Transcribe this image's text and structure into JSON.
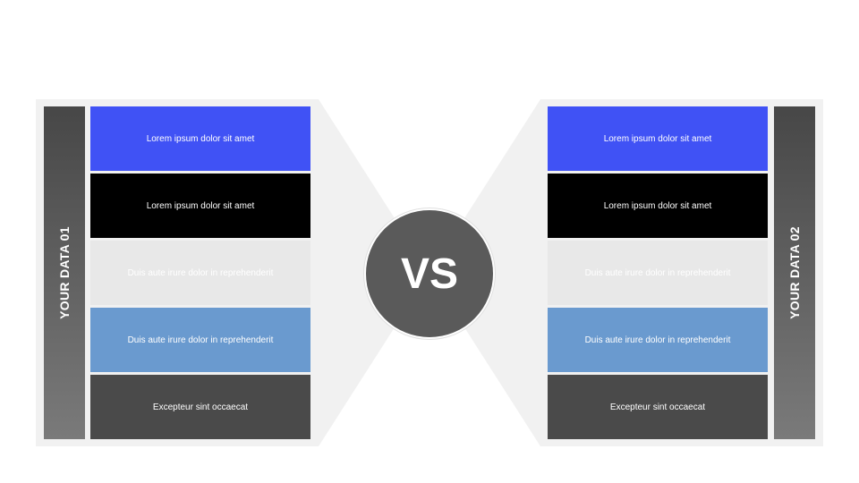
{
  "left": {
    "label": "YOUR DATA 01",
    "rows": [
      {
        "text": "Lorem ipsum dolor sit amet",
        "bg": "#4052f5",
        "fg": "#ffffff"
      },
      {
        "text": "Lorem ipsum dolor sit amet",
        "bg": "#000000",
        "fg": "#ffffff"
      },
      {
        "text": "Duis aute irure dolor in reprehenderit",
        "bg": "#e8e8e8",
        "fg": "#ffffff"
      },
      {
        "text": "Duis aute irure dolor in reprehenderit",
        "bg": "#6a9acf",
        "fg": "#ffffff"
      },
      {
        "text": "Excepteur sint occaecat",
        "bg": "#4a4a4a",
        "fg": "#ffffff"
      }
    ]
  },
  "right": {
    "label": "YOUR DATA 02",
    "rows": [
      {
        "text": "Lorem ipsum dolor sit amet",
        "bg": "#4052f5",
        "fg": "#ffffff"
      },
      {
        "text": "Lorem ipsum dolor sit amet",
        "bg": "#000000",
        "fg": "#ffffff"
      },
      {
        "text": "Duis aute irure dolor in reprehenderit",
        "bg": "#e8e8e8",
        "fg": "#ffffff"
      },
      {
        "text": "Duis aute irure dolor in reprehenderit",
        "bg": "#6a9acf",
        "fg": "#ffffff"
      },
      {
        "text": "Excepteur sint occaecat",
        "bg": "#4a4a4a",
        "fg": "#ffffff"
      }
    ]
  },
  "center": {
    "label": "VS",
    "color": "#5a5a5a"
  },
  "colors": {
    "panel": "#f1f1f1"
  }
}
